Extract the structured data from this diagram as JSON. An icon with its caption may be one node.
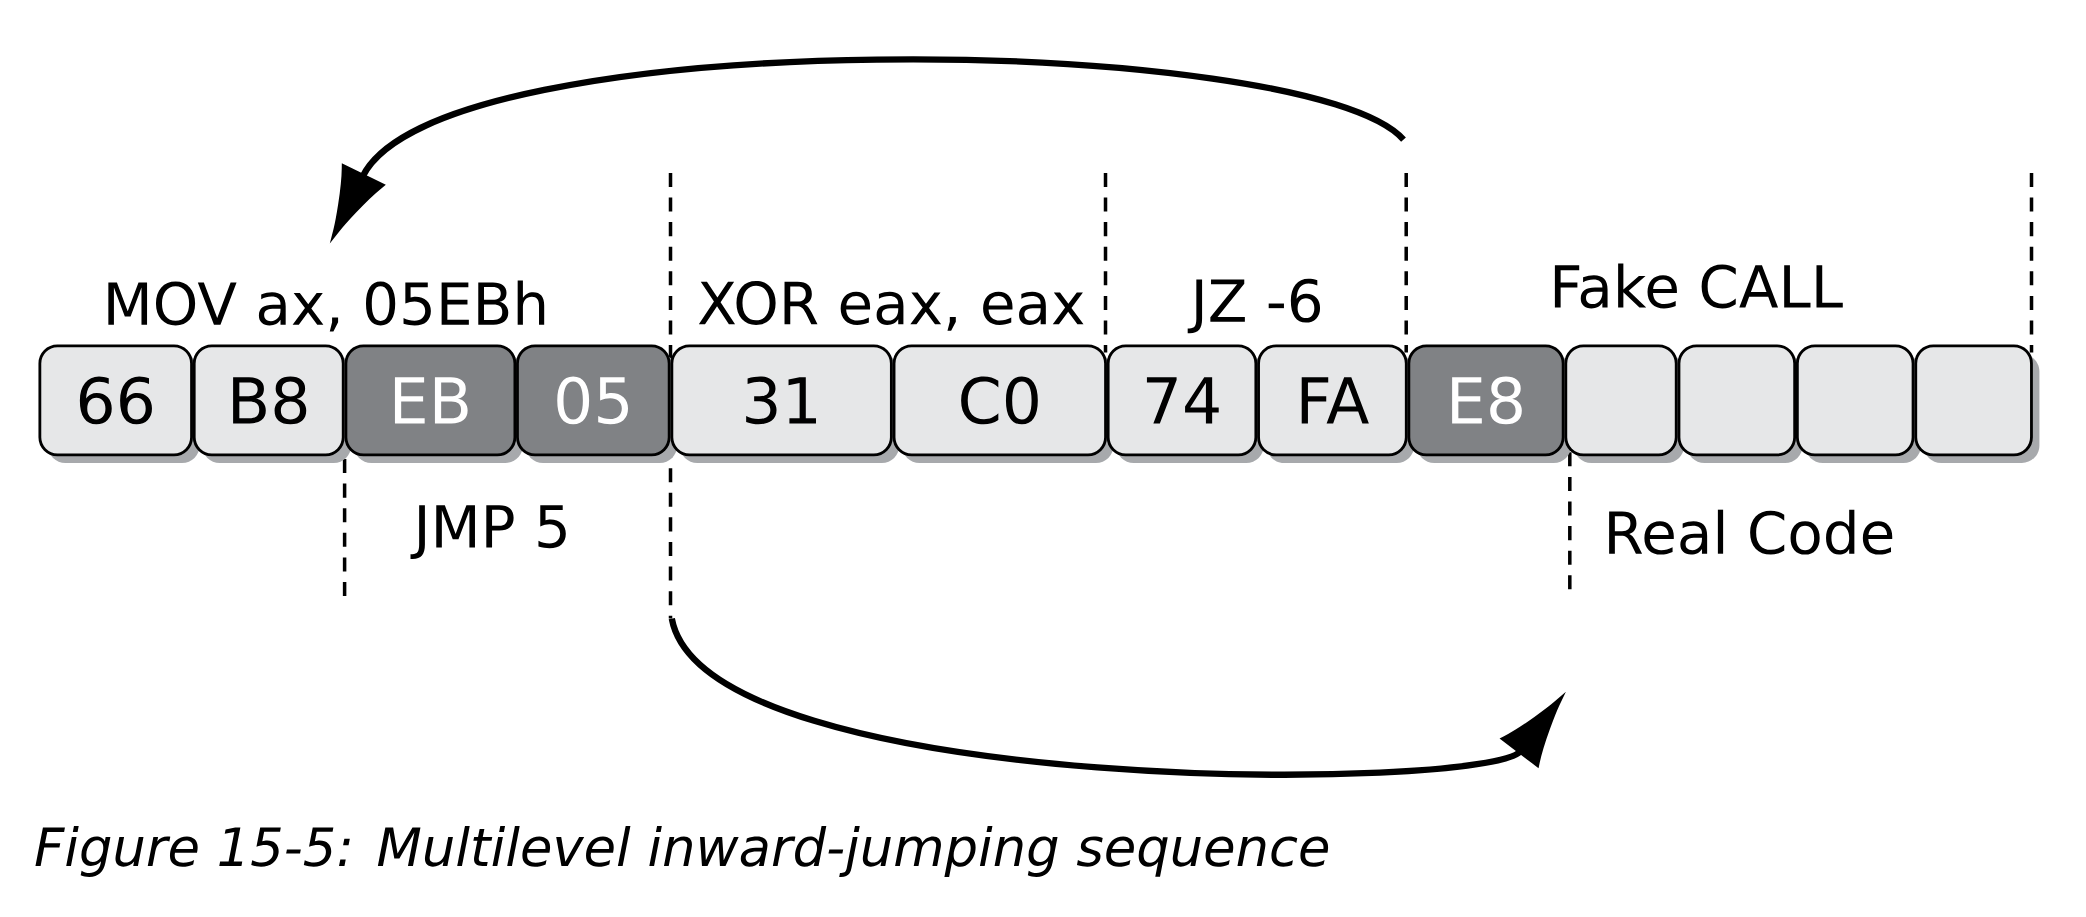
{
  "diagram": {
    "caption": "Figure 15-5: Multilevel inward-jumping sequence",
    "nodes": [
      {
        "text": [
          "66"
        ]
      },
      {
        "text": [
          "B8"
        ]
      },
      {
        "text": [
          "EB"
        ]
      },
      {
        "text": [
          "05"
        ]
      },
      {
        "text": [
          "31"
        ]
      },
      {
        "text": [
          "C0"
        ]
      },
      {
        "text": [
          "74"
        ]
      },
      {
        "text": [
          "FA"
        ]
      },
      {
        "text": [
          "E8"
        ]
      },
      {
        "text": [],
        "shape": "box"
      },
      {
        "text": [],
        "shape": "box"
      },
      {
        "text": [],
        "shape": "box"
      },
      {
        "text": [],
        "shape": "box"
      }
    ],
    "labels": [
      "MOV ax, 05EBh",
      "XOR eax, eax",
      "JZ -6",
      "Fake CALL",
      "JMP 5",
      "Real Code"
    ]
  }
}
